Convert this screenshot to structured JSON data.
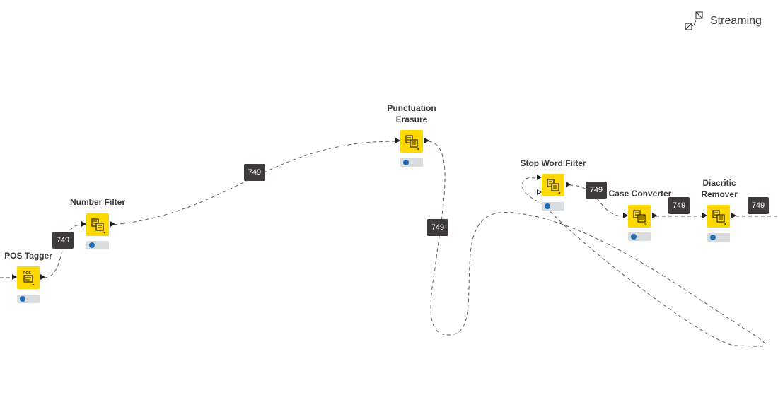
{
  "toolbar": {
    "streaming_label": "Streaming"
  },
  "nodes": [
    {
      "id": "pos-tagger",
      "label": "POS Tagger",
      "status": "executing"
    },
    {
      "id": "number-filter",
      "label": "Number Filter",
      "status": "executing"
    },
    {
      "id": "punctuation-erasure",
      "label": "Punctuation\nErasure",
      "status": "executing"
    },
    {
      "id": "stop-word-filter",
      "label": "Stop Word Filter",
      "status": "executing"
    },
    {
      "id": "case-converter",
      "label": "Case Converter",
      "status": "executing"
    },
    {
      "id": "diacritic-remover",
      "label": "Diacritic\nRemover",
      "status": "executing"
    }
  ],
  "connections": [
    {
      "from": "pos-tagger",
      "to": "number-filter",
      "count": "749"
    },
    {
      "from": "number-filter",
      "to": "punctuation-erasure",
      "count": "749"
    },
    {
      "from": "punctuation-erasure",
      "to": "stop-word-filter",
      "count": "749"
    },
    {
      "from": "stop-word-filter",
      "to": "case-converter",
      "count": "749"
    },
    {
      "from": "case-converter",
      "to": "diacritic-remover",
      "count": "749"
    },
    {
      "from": "diacritic-remover",
      "to": "next",
      "count": "749"
    }
  ],
  "colors": {
    "node_fill": "#ffd800",
    "count_badge": "#3e3a39",
    "status_dot": "#1e6cb5",
    "status_bar": "#d8dcdf"
  },
  "icons": {
    "node_icon": "text-processing-icon",
    "streaming_icon": "streaming-icon"
  }
}
